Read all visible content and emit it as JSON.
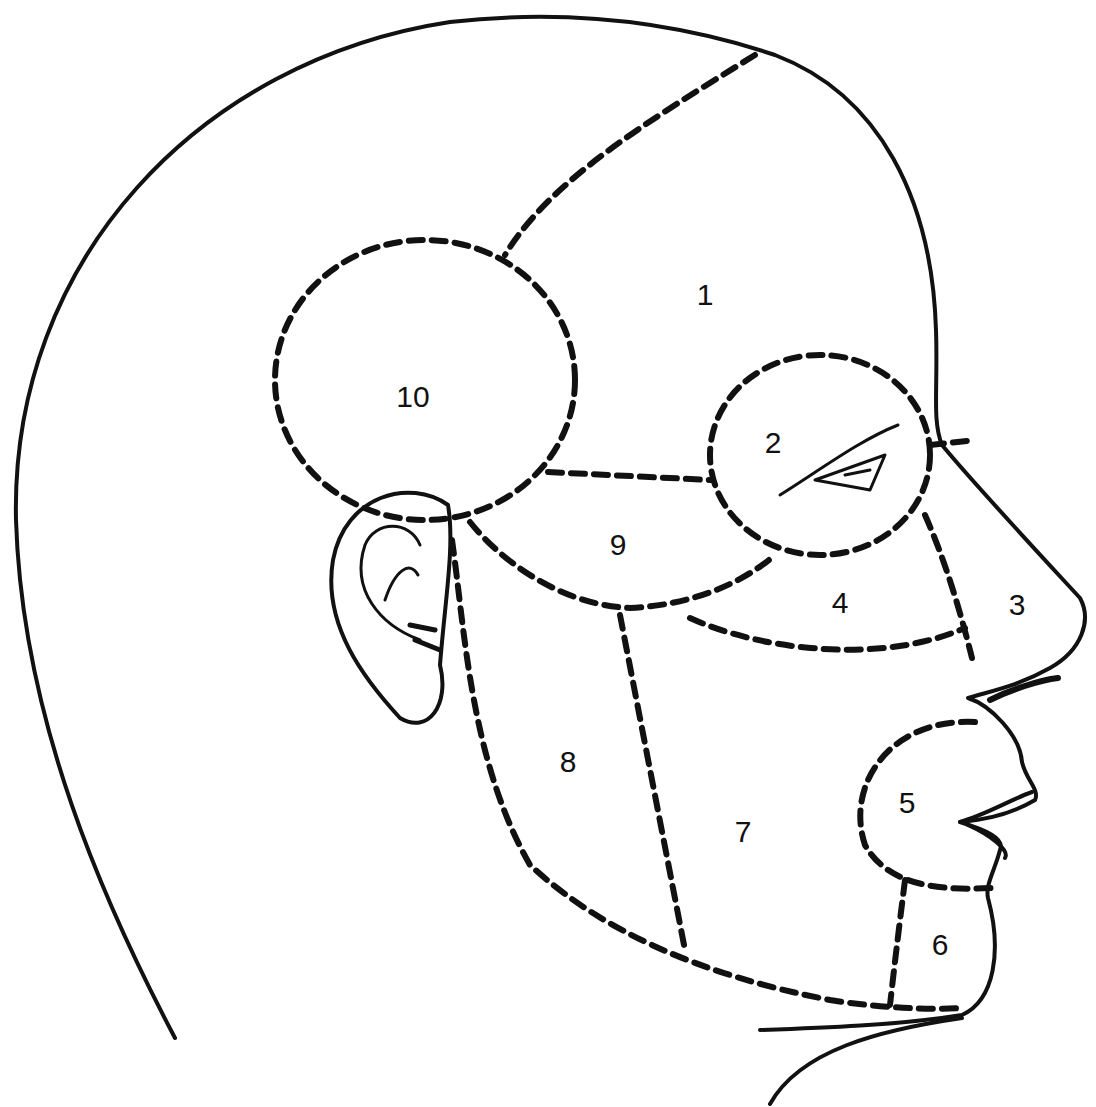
{
  "diagram": {
    "labels": [
      "1",
      "10",
      "2",
      "9",
      "4",
      "3",
      "8",
      "7",
      "5",
      "6"
    ]
  }
}
